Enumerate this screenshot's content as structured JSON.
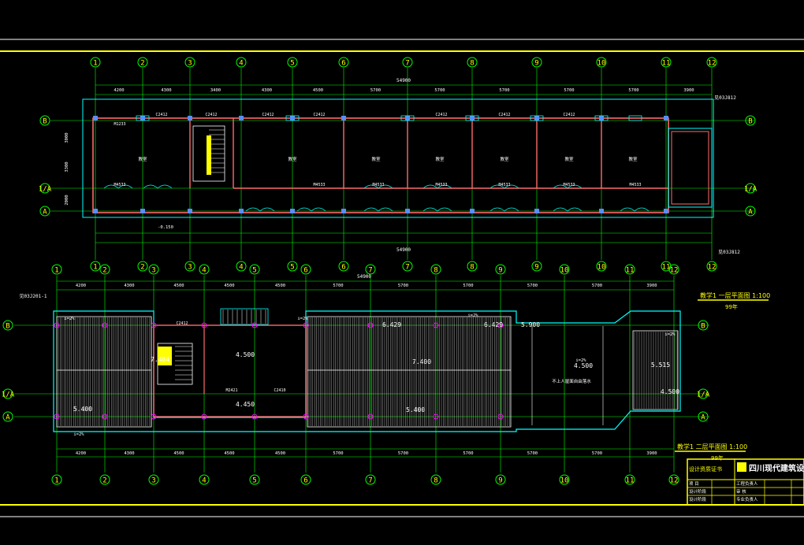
{
  "colors": {
    "background": "#000000",
    "axis": "#00ff00",
    "wall": "#ff6a6a",
    "cyan": "#00ffff",
    "yellow": "#ffff00",
    "white": "#ffffff",
    "red": "#ff0000",
    "magenta": "#ff00ff",
    "blue": "#5a8cff"
  },
  "plan1": {
    "col_labels": [
      "1",
      "2",
      "3",
      "4",
      "5",
      "6",
      "7",
      "8",
      "9",
      "10",
      "11",
      "12"
    ],
    "row_labels": [
      "B",
      "1/A",
      "A"
    ],
    "total_dim": "54900",
    "total_dim_bottom": "54900",
    "spans_top": [
      "4200",
      "4300",
      "3400",
      "4300",
      "4500",
      "5700",
      "5700",
      "5700",
      "5700",
      "5700",
      "3900"
    ],
    "room_labels": [
      "教室",
      "教室",
      "教室",
      "教室",
      "教室",
      "教室",
      "教室"
    ],
    "door_labels": [
      "M1233",
      "M4533",
      "M4533",
      "M4533",
      "M4533",
      "M4533",
      "M4533",
      "M4533"
    ],
    "window_labels": [
      "C2412",
      "C2412",
      "C2412",
      "C2412",
      "C2412",
      "C2412",
      "C2412"
    ],
    "left_dims": [
      "3000",
      "3300",
      "2000"
    ],
    "note_right_top": "见03J812",
    "note_right_bottom": "见03J812",
    "level": "-0.150"
  },
  "plan2": {
    "col_labels": [
      "1",
      "2",
      "3",
      "4",
      "5",
      "6",
      "7",
      "8",
      "9",
      "10",
      "11",
      "12"
    ],
    "row_labels": [
      "B",
      "1/A",
      "A"
    ],
    "total_dim": "54900",
    "spans_top": [
      "4200",
      "4300",
      "4500",
      "4500",
      "4500",
      "5700",
      "5700",
      "5700",
      "5700",
      "5700",
      "3900"
    ],
    "spans_bottom": [
      "4200",
      "4300",
      "4500",
      "4500",
      "4500",
      "5700",
      "5700",
      "5700",
      "5700",
      "5700",
      "3900"
    ],
    "elevations": [
      "4.500",
      "4.450",
      "6.429",
      "6.429",
      "7.400",
      "5.900",
      "4.500",
      "5.515",
      "4.500",
      "5.400",
      "7.484",
      "5.400"
    ],
    "note_left": "见03J201-1",
    "slope_labels": [
      "i=2%",
      "i=2%",
      "i=2%",
      "i=2%",
      "i=2%",
      "i=2%"
    ],
    "note_mid": "不上人屋面自由落水",
    "door_labels": [
      "M2421",
      "C2410",
      "C2412"
    ]
  },
  "titles": {
    "plan1_title": "教学1 一层平面图 1:100",
    "plan1_sub": "99年",
    "plan2_title": "教学1 二层平面图 1:100",
    "plan2_sub": "99年"
  },
  "title_block": {
    "company": "四川现代建筑设",
    "cert_label": "设计资质证书",
    "rows": [
      [
        "项 目",
        "",
        "工程负责人",
        ""
      ],
      [
        "设计阶段",
        "",
        "审 核",
        ""
      ],
      [
        "设计阶段",
        "",
        "专业负责人",
        ""
      ]
    ]
  }
}
